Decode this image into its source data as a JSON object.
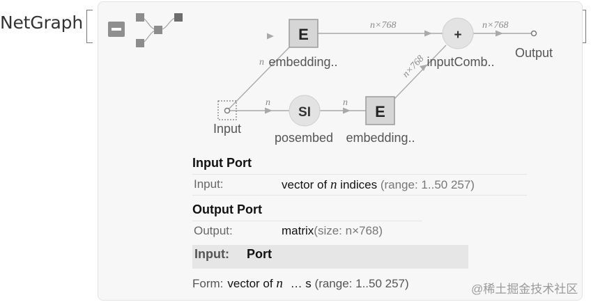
{
  "header": {
    "function_name": "NetGraph"
  },
  "graph": {
    "nodes": {
      "embedding_top": {
        "glyph": "E",
        "label": "embedding.."
      },
      "input_comb": {
        "glyph": "+",
        "label": "inputComb.."
      },
      "output": {
        "label": "Output"
      },
      "input": {
        "label": "Input"
      },
      "posembed": {
        "glyph": "SI",
        "label": "posembed"
      },
      "embedding_bottom": {
        "glyph": "E",
        "label": "embedding.."
      }
    },
    "edge_labels": {
      "top_embed_to_comb": "n×768",
      "comb_to_output": "n×768",
      "input_to_top_embed": "n",
      "input_to_posembed": "n",
      "posembed_to_embed": "n",
      "bottom_embed_to_comb": "n×768"
    },
    "colors": {
      "edge": "#a9a9a9",
      "node_fill": "#d6d6d6",
      "circle_fill": "#e3e3e3",
      "label": "#555555"
    }
  },
  "input_port": {
    "title": "Input Port",
    "key": "Input:",
    "value_prefix": "vector of",
    "value_var": "n",
    "value_suffix": "indices",
    "value_range": "(range: 1..50 257)"
  },
  "output_port": {
    "title": "Output Port",
    "key": "Output:",
    "value_prefix": "matrix",
    "value_size": "(size: n×768)"
  },
  "tooltip": {
    "key": "Input:",
    "value": "Port",
    "form_key": "Form:",
    "form_prefix": "vector of",
    "form_var": "n",
    "form_suffix": "… s",
    "form_range": "(range: 1..50 257)"
  },
  "watermark": "@稀土掘金技术社区"
}
